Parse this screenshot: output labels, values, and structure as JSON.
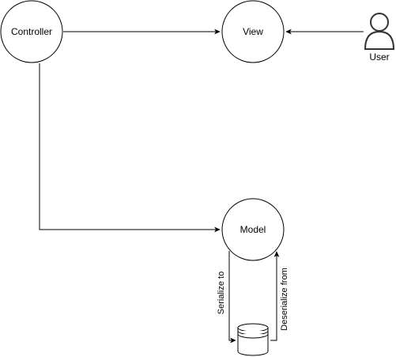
{
  "nodes": {
    "controller": {
      "label": "Controller"
    },
    "view": {
      "label": "View"
    },
    "model": {
      "label": "Model"
    },
    "user": {
      "label": "User",
      "icon": "user-icon"
    },
    "storage": {
      "icon": "database-icon"
    }
  },
  "edges": {
    "serialize": {
      "label": "Serialize to"
    },
    "deserialize": {
      "label": "Deserialize from"
    }
  },
  "colors": {
    "stroke": "#000000",
    "user_icon_stroke": "#333333",
    "background": "#ffffff"
  }
}
